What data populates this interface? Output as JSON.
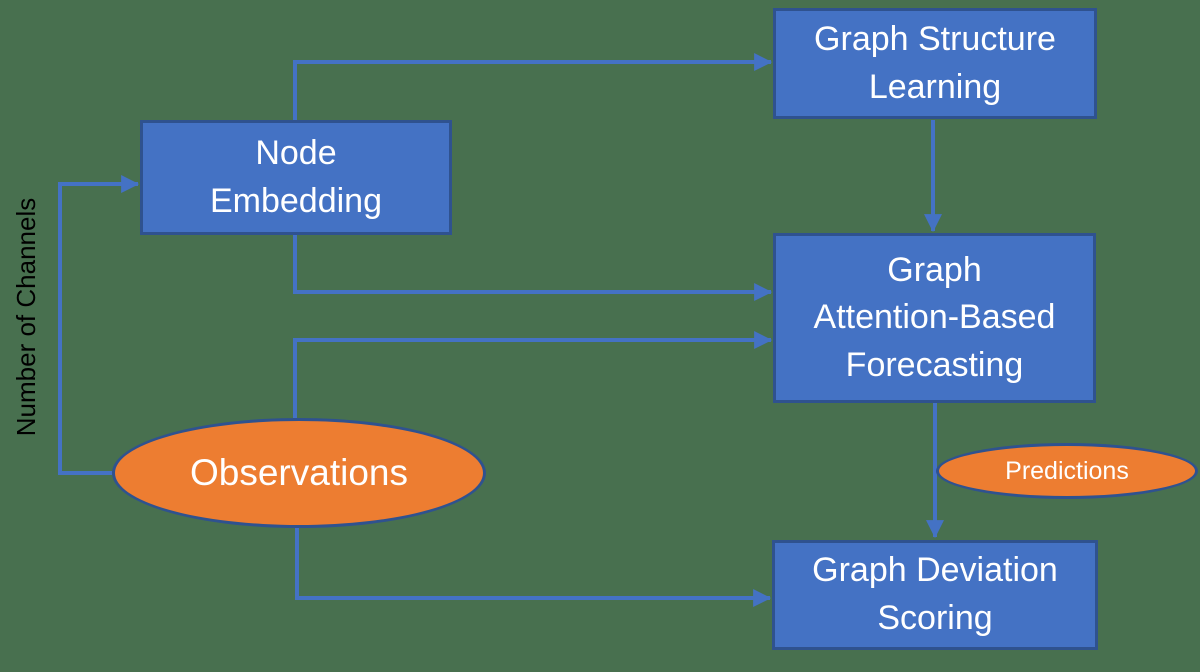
{
  "diagram": {
    "boxes": {
      "graph_structure_learning": {
        "label": "Graph Structure\nLearning"
      },
      "node_embedding": {
        "label": "Node\nEmbedding"
      },
      "graph_attention_based_forecasting": {
        "label": "Graph\nAttention-Based\nForecasting"
      },
      "graph_deviation_scoring": {
        "label": "Graph Deviation\nScoring"
      }
    },
    "ellipses": {
      "observations": {
        "label": "Observations"
      },
      "predictions": {
        "label": "Predictions"
      }
    },
    "edge_label": "Number of Channels",
    "colors": {
      "background": "#48704F",
      "process_box_fill": "#4472C4",
      "process_box_border": "#2F528F",
      "data_ellipse_fill": "#ED7D31",
      "data_ellipse_border": "#2F528F",
      "connector": "#4472C4",
      "box_text": "#FFFFFF",
      "edge_label_text": "#000000"
    }
  }
}
